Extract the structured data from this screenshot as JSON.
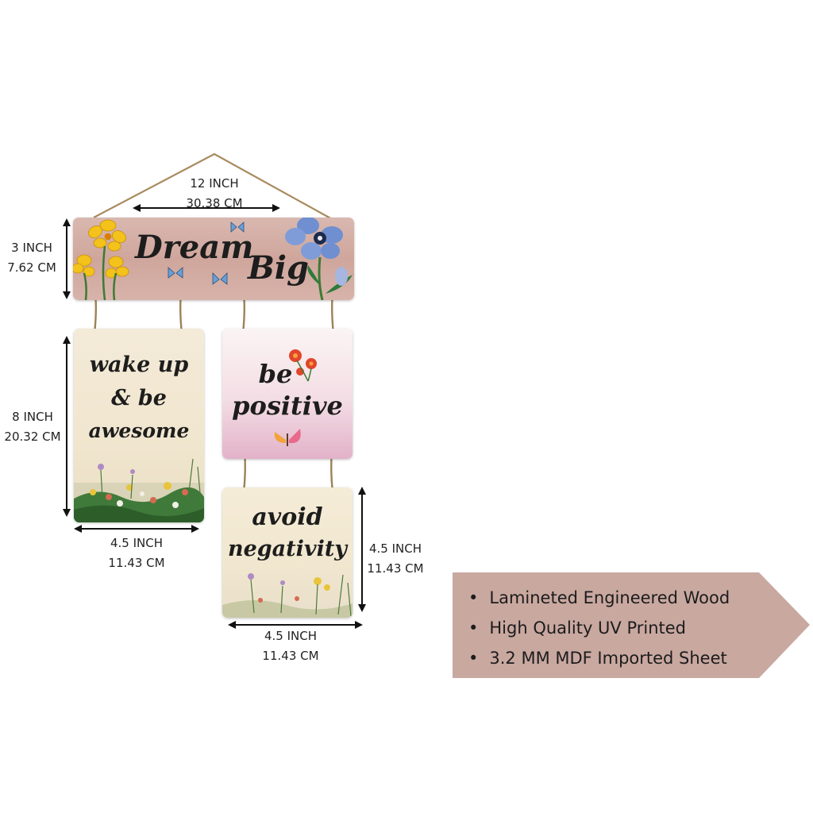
{
  "header_sign": {
    "text_line1": "Dream",
    "text_line2": "Big"
  },
  "signs": {
    "wake": {
      "lines": [
        "wake up",
        "& be",
        "awesome"
      ]
    },
    "positive": {
      "lines": [
        "be",
        "positive"
      ]
    },
    "negativity": {
      "lines": [
        "avoid",
        "negativity"
      ]
    }
  },
  "dimensions": {
    "header_width": {
      "inch": "12 INCH",
      "cm": "30.38 CM"
    },
    "header_height": {
      "inch": "3 INCH",
      "cm": "7.62 CM"
    },
    "tall_height": {
      "inch": "8 INCH",
      "cm": "20.32 CM"
    },
    "tall_width": {
      "inch": "4.5 INCH",
      "cm": "11.43 CM"
    },
    "square_height": {
      "inch": "4.5 INCH",
      "cm": "11.43 CM"
    },
    "square_width": {
      "inch": "4.5 INCH",
      "cm": "11.43 CM"
    }
  },
  "features": {
    "items": [
      "Lamineted Engineered Wood",
      "High Quality UV Printed",
      "3.2 MM MDF Imported Sheet"
    ],
    "panel_color": "#c9a8a0"
  },
  "colors": {
    "twine": "#a88b5e",
    "header_board": "#d2aca2",
    "pink_board": "#e8bfd0"
  }
}
